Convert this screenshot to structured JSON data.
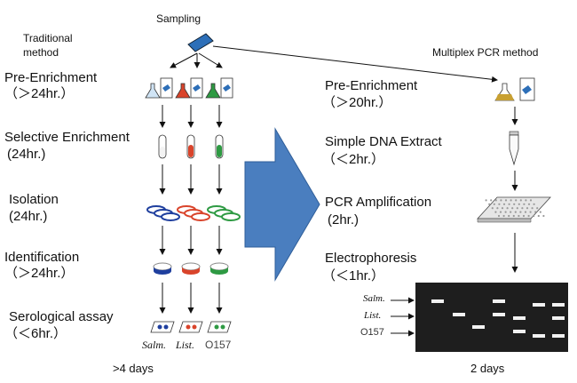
{
  "header": {
    "sampling": "Sampling",
    "traditional_method": [
      "Traditional",
      "method"
    ],
    "multiplex_method": "Multiplex PCR method"
  },
  "traditional": {
    "steps": [
      {
        "name": "Pre-Enrichment",
        "time": "（＞24hr.）"
      },
      {
        "name": "Selective Enrichment",
        "time": "(24hr.)"
      },
      {
        "name": "Isolation",
        "time": "(24hr.)"
      },
      {
        "name": "Identification",
        "time": "（＞24hr.）"
      },
      {
        "name": "Serological assay",
        "time": "（＜6hr.）"
      }
    ],
    "organisms": [
      "Salm.",
      "List.",
      "O157"
    ],
    "total": ">4 days"
  },
  "multiplex": {
    "steps": [
      {
        "name": "Pre-Enrichment",
        "time": "（＞20hr.）"
      },
      {
        "name": "Simple DNA Extract",
        "time": "（＜2hr.）"
      },
      {
        "name": "PCR Amplification",
        "time": "(2hr.)"
      },
      {
        "name": "Electrophoresis",
        "time": "（＜1hr.）"
      }
    ],
    "gel_labels": [
      "Salm.",
      "List.",
      "O157"
    ],
    "total": "2 days"
  },
  "colors": {
    "arrow_fill": "#4a7ebf",
    "blue": "#1f3f9e",
    "red": "#d9442b",
    "green": "#2e9a43",
    "sample": "#2d6fb8",
    "flask": "#c8a032",
    "gel_bg": "#1e1e1e",
    "band": "#f2f2f2"
  }
}
